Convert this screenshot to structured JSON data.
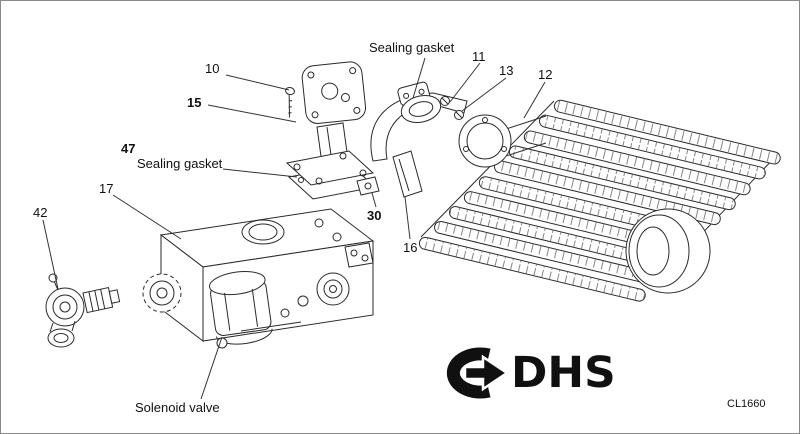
{
  "page": {
    "background": "#ffffff",
    "ink_color": "#1a1a1a"
  },
  "labels": {
    "sealing_gasket_top": "Sealing gasket",
    "part_10": "10",
    "part_11": "11",
    "part_13": "13",
    "part_12": "12",
    "part_15": "15",
    "part_47": "47",
    "sealing_gasket_mid": "Sealing gasket",
    "part_17": "17",
    "part_42": "42",
    "part_30": "30",
    "part_16": "16",
    "solenoid_valve": "Solenoid valve"
  },
  "logo": {
    "text": "DHS"
  },
  "footer": {
    "drawing_ref": "CL1660"
  }
}
